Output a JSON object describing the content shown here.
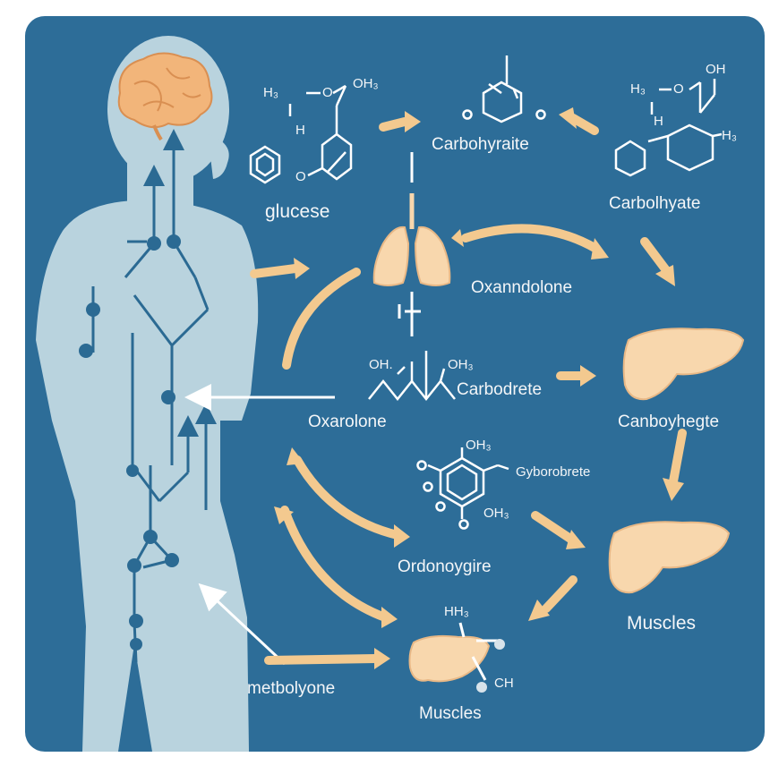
{
  "colors": {
    "panel": "#2d6d98",
    "body_silhouette": "#b9d3de",
    "pathway_lines": "#2b6a93",
    "organ_fill": "#f8d7ad",
    "arrow_fill": "#f3c98f",
    "structure_lines": "#ffffff",
    "brain": "#f2b57a"
  },
  "icons": [
    "brain-icon",
    "lungs-icon",
    "liver-icon",
    "muscle-organ-icon",
    "benzene-ring-icon",
    "molecule-icon"
  ],
  "labels": {
    "glucose": "glucese",
    "carbohydrate_top": "Carbohyraite",
    "carbohydrate_right": "Carbolhyate",
    "oxandrolone": "Oxanndolone",
    "carbodrete": "Carbodrete",
    "oxarolone": "Oxarolone",
    "carboyhegte": "Canboyhegte",
    "gyborobrete": "Gyborobrete",
    "ordonoygire": "Ordonoygire",
    "muscles_right": "Muscles",
    "metbolyone": "metbolyone",
    "muscles_bottom": "Muscles"
  },
  "chem_text": {
    "mol1_h3": "H₃",
    "mol1_o": "O",
    "mol1_oh3": "OH₃",
    "mol1_h": "H",
    "mol1_o2": "O",
    "mol2_o_left": "O",
    "mol2_o_right": "O",
    "mol3_h3": "H₃",
    "mol3_o": "O",
    "mol3_oh": "OH",
    "mol3_h": "H",
    "mol3_h3b": "H₃",
    "mol4_oh": "OH.",
    "mol4_oh3": "OH₃",
    "mol5_oh3": "OH₃",
    "mol5_o1": "O",
    "mol5_o2": "O",
    "mol5_o3": "O",
    "mol5_oh3b": "OH₃",
    "mol6_hh3": "HH₃",
    "mol6_ch": "CH"
  }
}
